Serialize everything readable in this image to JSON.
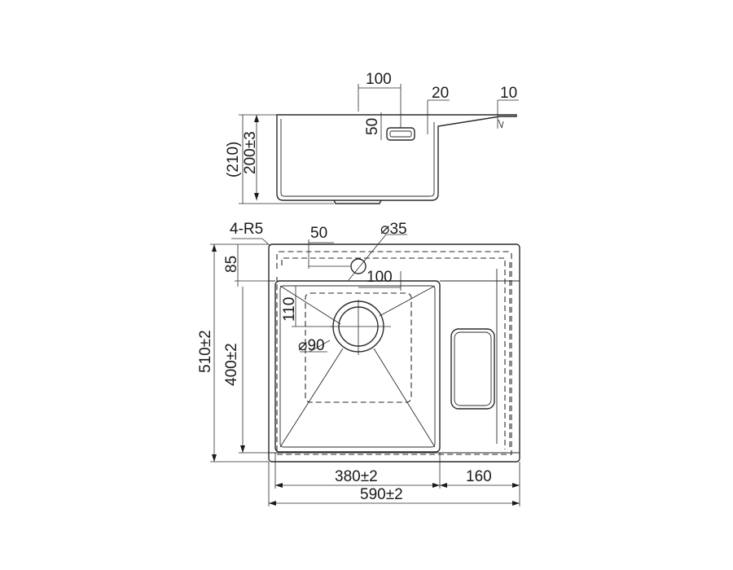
{
  "side_view": {
    "dim_top_100": "100",
    "dim_50": "50",
    "dim_20": "20",
    "dim_10": "10",
    "dim_210": "(210)",
    "dim_200": "200±3"
  },
  "top_view": {
    "dim_4r5": "4-R5",
    "dim_50": "50",
    "dim_35": "⌀35",
    "dim_85": "85",
    "dim_100": "100",
    "dim_110": "110",
    "dim_90": "⌀90",
    "dim_510": "510±2",
    "dim_400": "400±2",
    "dim_380": "380±2",
    "dim_160": "160",
    "dim_590": "590±2"
  },
  "colors": {
    "line": "#2a2a2a",
    "background": "#ffffff"
  }
}
